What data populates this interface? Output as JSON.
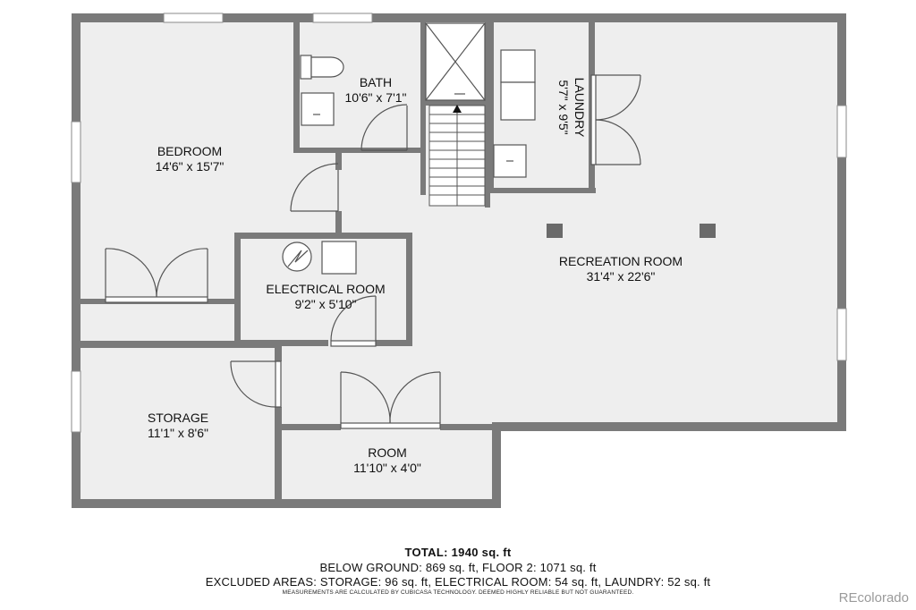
{
  "rooms": [
    {
      "id": "bedroom",
      "name": "BEDROOM",
      "dims": "14'6\" x 15'7\""
    },
    {
      "id": "bath",
      "name": "BATH",
      "dims": "10'6\" x 7'1\""
    },
    {
      "id": "laundry",
      "name": "LAUNDRY",
      "dims": "5'7\" x 9'5\""
    },
    {
      "id": "recreation",
      "name": "RECREATION ROOM",
      "dims": "31'4\" x 22'6\""
    },
    {
      "id": "electrical",
      "name": "ELECTRICAL ROOM",
      "dims": "9'2\" x 5'10\""
    },
    {
      "id": "storage",
      "name": "STORAGE",
      "dims": "11'1\" x 8'6\""
    },
    {
      "id": "room",
      "name": "ROOM",
      "dims": "11'10\" x 4'0\""
    }
  ],
  "summary": {
    "total_label": "TOTAL:",
    "total_value": "1940 sq. ft",
    "line2": "BELOW GROUND: 869 sq. ft, FLOOR 2: 1071 sq. ft",
    "line3": "EXCLUDED AREAS: STORAGE: 96 sq. ft, ELECTRICAL ROOM: 54 sq. ft, LAUNDRY: 52 sq. ft",
    "disclaimer": "MEASUREMENTS ARE CALCULATED BY CUBICASA TECHNOLOGY. DEEMED HIGHLY RELIABLE BUT NOT GUARANTEED."
  },
  "brand": "REcolorado",
  "colors": {
    "wall": "#7a7a7a",
    "floor": "#eeeeee",
    "fixture": "#555555"
  }
}
